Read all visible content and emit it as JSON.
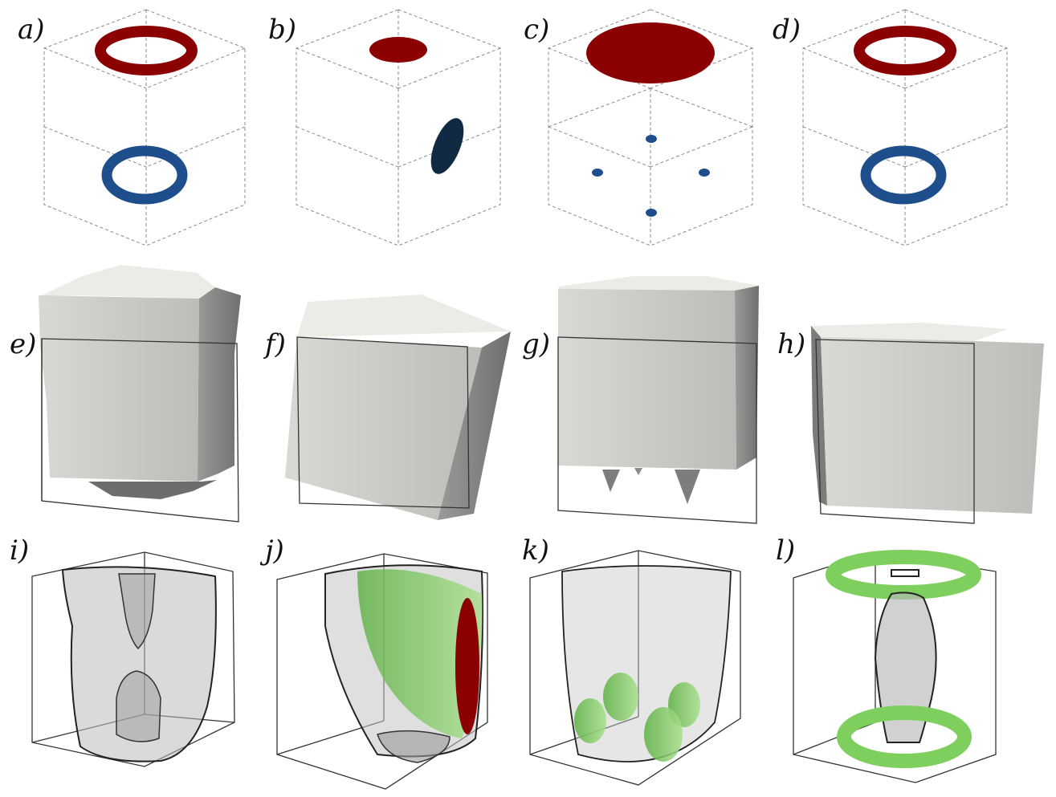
{
  "panels": [
    {
      "id": "a",
      "label": "a)"
    },
    {
      "id": "b",
      "label": "b)"
    },
    {
      "id": "c",
      "label": "c)"
    },
    {
      "id": "d",
      "label": "d)"
    },
    {
      "id": "e",
      "label": "e)"
    },
    {
      "id": "f",
      "label": "f)"
    },
    {
      "id": "g",
      "label": "g)"
    },
    {
      "id": "h",
      "label": "h)"
    },
    {
      "id": "i",
      "label": "i)"
    },
    {
      "id": "j",
      "label": "j)"
    },
    {
      "id": "k",
      "label": "k)"
    },
    {
      "id": "l",
      "label": "l)"
    }
  ],
  "colors": {
    "load_red": "#8b0000",
    "support_blue": "#1f4e8c",
    "support_dark_blue": "#102a44",
    "solid_gray": "#c8c8c6",
    "solid_gray_side": "#8f8f8f",
    "solid_top": "#ecebe6",
    "iso_gray": "#b9b9b9",
    "iso_green": "#7fcf5f"
  }
}
